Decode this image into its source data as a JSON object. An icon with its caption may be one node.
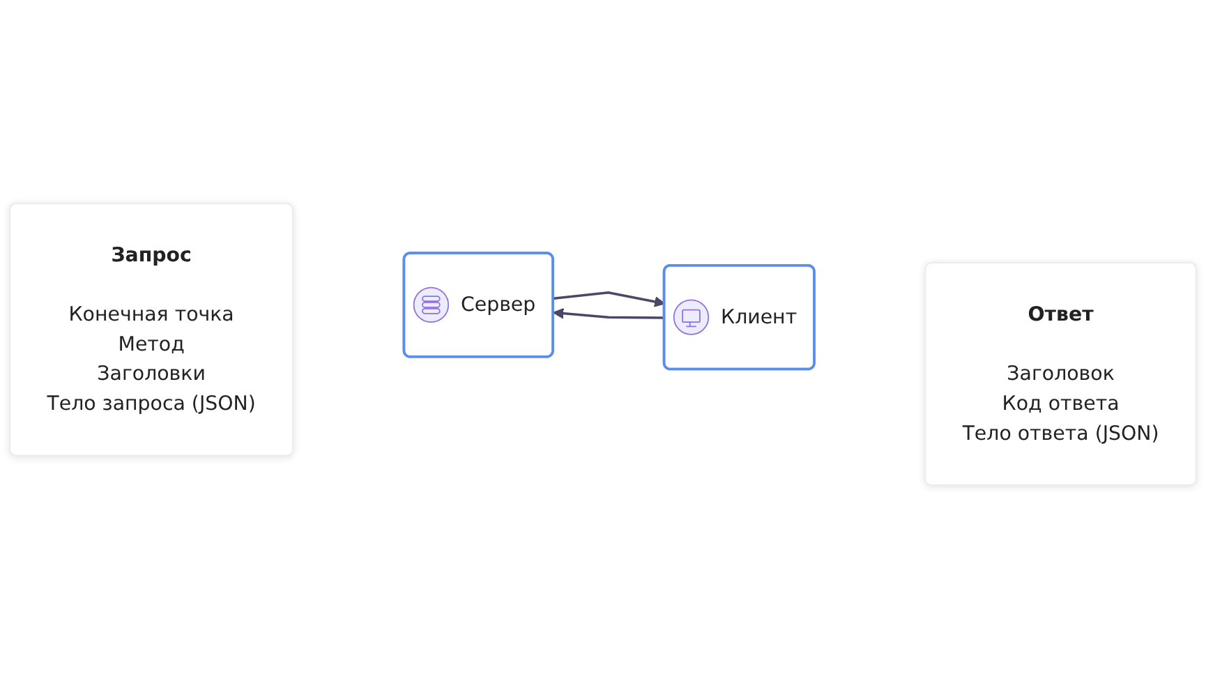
{
  "diagram": {
    "nodes": [
      {
        "text": [
          "Запрос",
          "Конечная точка",
          "Метод",
          "Заголовки",
          "Тело запроса (JSON)"
        ]
      },
      {
        "text": [
          "Клиент"
        ]
      },
      {
        "text": [
          "Сервер"
        ]
      },
      {
        "text": [
          "Ответ",
          "Заголовок",
          "Код ответа",
          "Тело ответа (JSON)"
        ]
      }
    ],
    "edges": [
      {
        "from": 2,
        "to": 1,
        "arrow": "to"
      },
      {
        "from": 1,
        "to": 2,
        "arrow": "to"
      }
    ]
  }
}
